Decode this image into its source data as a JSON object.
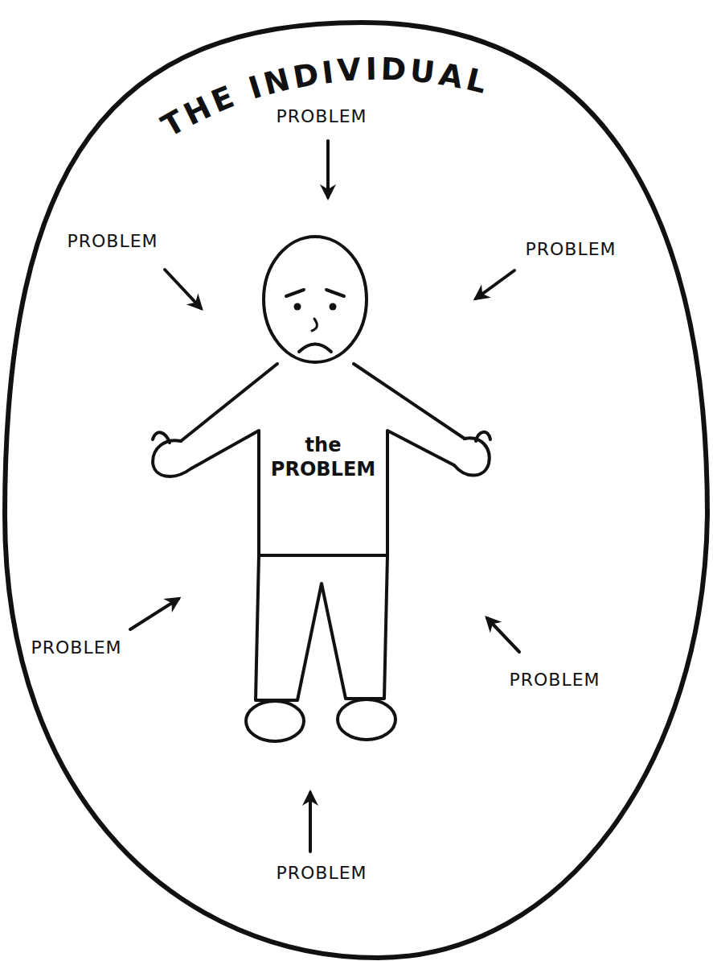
{
  "diagram": {
    "nodes": [
      {
        "text": [
          "THE INDIVIDUAL"
        ]
      },
      {
        "text": [
          "the PROBLEM"
        ],
        "in": 0
      }
    ],
    "labels": [
      "PROBLEM",
      "PROBLEM",
      "PROBLEM",
      "PROBLEM",
      "PROBLEM",
      "PROBLEM"
    ]
  }
}
